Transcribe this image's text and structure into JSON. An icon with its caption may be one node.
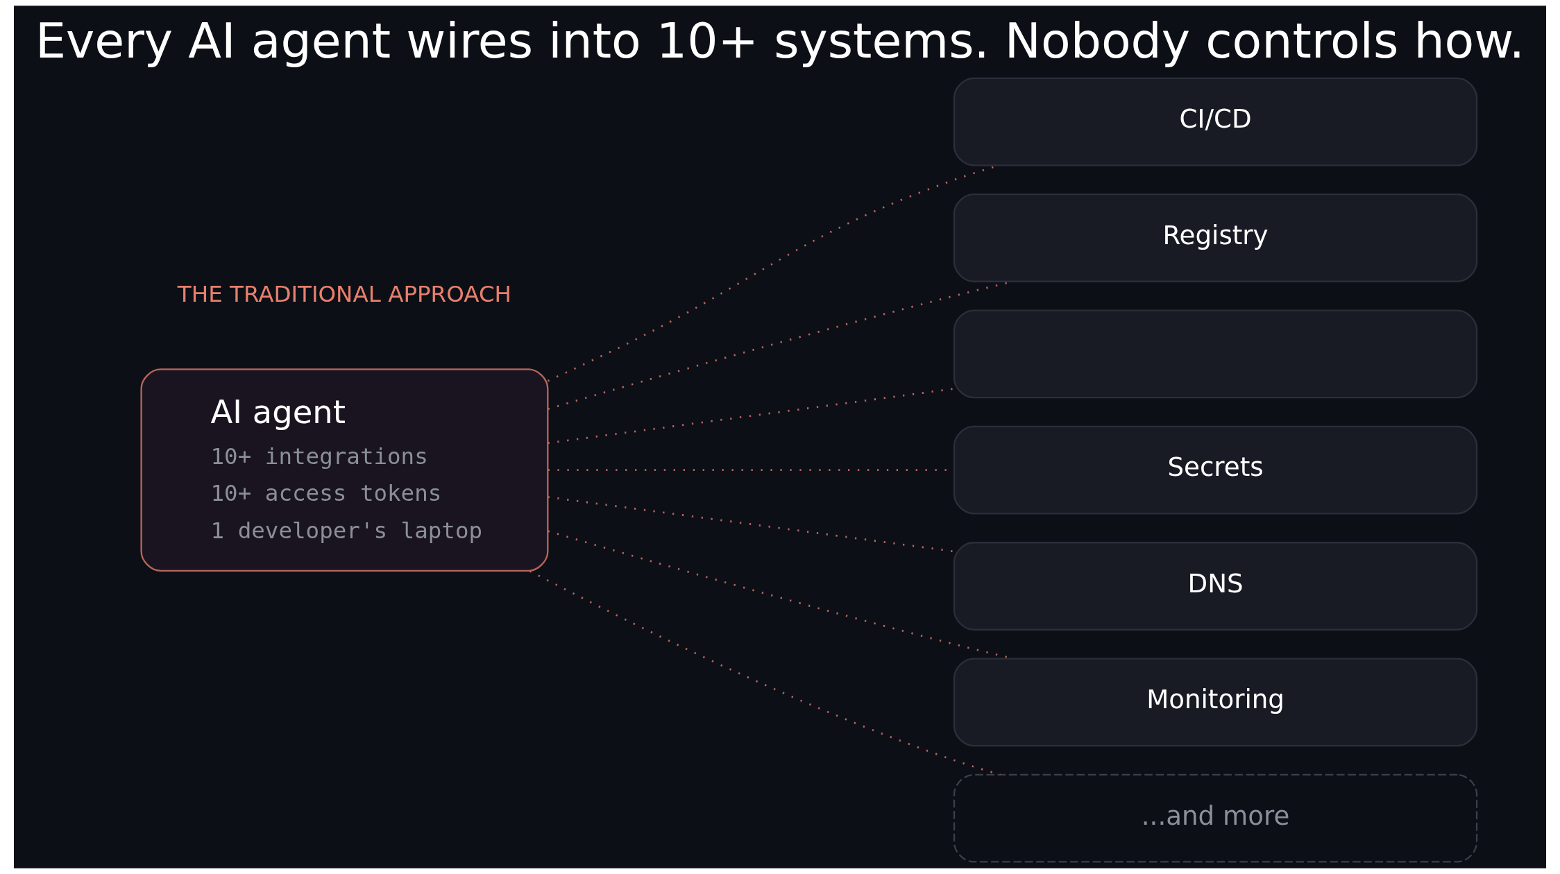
{
  "diagram": {
    "title": "Every AI agent wires into 10+ systems. Nobody controls how.",
    "nodes": [
      {
        "text": [
          "AI agent",
          "10+ integrations",
          "10+ access tokens",
          "1 developer's laptop"
        ]
      },
      {
        "text": [
          "CI/CD"
        ]
      },
      {
        "text": [
          "Registry"
        ]
      },
      {
        "text": [],
        "shape": "box"
      },
      {
        "text": [
          "Secrets"
        ]
      },
      {
        "text": [
          "DNS"
        ]
      },
      {
        "text": [
          "Monitoring"
        ]
      },
      {
        "text": [
          "...and more"
        ]
      }
    ],
    "edges": [
      {
        "from": 0,
        "to": 1,
        "arrow": "none"
      },
      {
        "from": 0,
        "to": 2,
        "arrow": "none"
      },
      {
        "from": 0,
        "to": 3,
        "arrow": "none"
      },
      {
        "from": 0,
        "to": 4,
        "arrow": "none"
      },
      {
        "from": 0,
        "to": 5,
        "arrow": "none"
      },
      {
        "from": 0,
        "to": 6,
        "arrow": "none"
      },
      {
        "from": 0,
        "to": 7,
        "arrow": "none"
      }
    ],
    "labels": [
      "THE TRADITIONAL APPROACH"
    ]
  }
}
